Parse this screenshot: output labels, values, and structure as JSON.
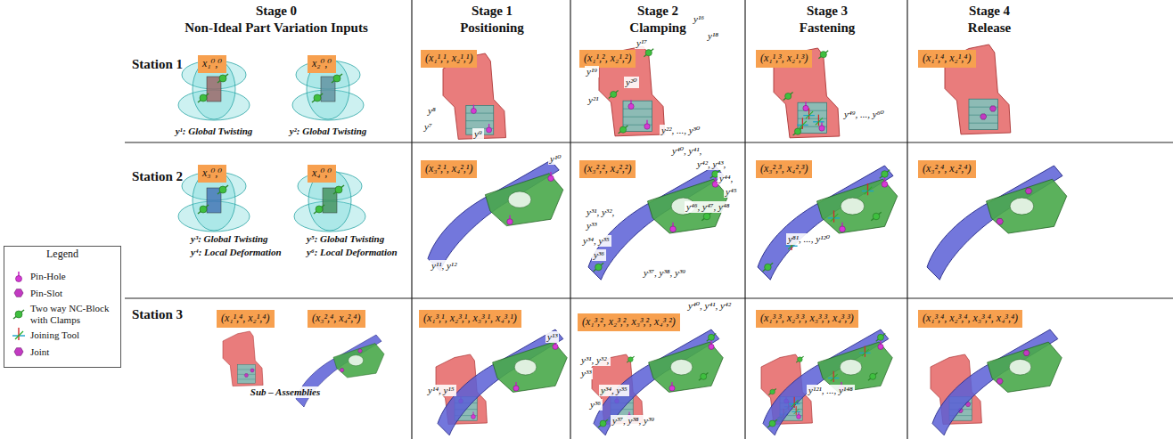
{
  "diagram": {
    "nodes": [
      {
        "text": [
          "x₁⁰,⁰"
        ]
      },
      {
        "text": [
          "x₂⁰,⁰"
        ]
      },
      {
        "text": [
          "(x₁¹,¹, x₂¹,¹)"
        ]
      },
      {
        "text": [
          "(x₁¹,², x₂¹,²)"
        ]
      },
      {
        "text": [
          "(x₁¹,³, x₂¹,³)"
        ]
      },
      {
        "text": [
          "(x₁¹,⁴, x₂¹,⁴)"
        ]
      },
      {
        "text": [
          "x₃⁰,⁰"
        ]
      },
      {
        "text": [
          "x₄⁰,⁰"
        ]
      },
      {
        "text": [
          "(x₃²,¹, x₄²,¹)"
        ]
      },
      {
        "text": [
          "(x₃²,², x₄²,²)"
        ]
      },
      {
        "text": [
          "(x₃²,³, x₄²,³)"
        ]
      },
      {
        "text": [
          "(x₃²,⁴, x₄²,⁴)"
        ]
      },
      {
        "text": [
          "(x₁¹,⁴, x₂¹,⁴)"
        ]
      },
      {
        "text": [
          "(x₃²,⁴, x₄²,⁴)"
        ]
      },
      {
        "text": [
          "(x₁³,¹, x₂³,¹, x₃³,¹, x₄³,¹)"
        ]
      },
      {
        "text": [
          "(x₁³,², x₂³,², x₃³,², x₄³,²)"
        ]
      },
      {
        "text": [
          "(x₁³,³, x₂³,³, x₃³,³, x₄³,³)"
        ]
      },
      {
        "text": [
          "(x₁³,⁴, x₂³,⁴, x₃³,⁴, x₄³,⁴)"
        ]
      }
    ],
    "labels": [
      "Stage 0",
      "Non-Ideal Part Variation Inputs",
      "Stage 1",
      "Positioning",
      "Stage 2",
      "Clamping",
      "Stage 3",
      "Fastening",
      "Stage 4",
      "Release",
      "Station 1",
      "Station 2",
      "Station 3",
      "Legend",
      "y¹: Global Twisting",
      "y²: Global Twisting",
      "y⁸",
      "y⁷",
      "y⁹",
      "y¹⁷",
      "y¹⁶",
      "y¹⁸",
      "y¹⁹",
      "y²⁰",
      "y²¹",
      "y²², ..., y³⁰",
      "y⁴⁹, ..., y⁶⁰",
      "y³: Global Twisting",
      "y⁴: Local Deformation",
      "y⁵: Global Twisting",
      "y⁶: Local Deformation",
      "y¹⁰",
      "y¹¹, y¹²",
      "y⁴⁰, y⁴¹,",
      "y⁴², y⁴³,",
      "y⁴⁴,",
      "y⁴⁵",
      "y⁴⁶, y⁴⁷, y⁴⁸",
      "y³¹, y³²,",
      "y³³",
      "y³⁴, y³⁵",
      "y³⁶",
      "y³⁷, y³⁸, y³⁹",
      "y⁸¹, ..., y¹²⁰",
      "Sub – Assemblies",
      "y¹³",
      "y¹⁴, y¹⁵",
      "y⁴⁰, y⁴¹, y⁴²",
      "y³¹, y³²,",
      "y³³",
      "y³⁴, y³⁵",
      "y³⁶",
      "y³⁷, y³⁸, y³⁹",
      "y¹²¹, ..., y¹⁴⁸"
    ],
    "legend": [
      {
        "text": "Pin-Hole"
      },
      {
        "text": "Pin-Slot"
      },
      {
        "text": "Two way NC-Block with Clamps"
      },
      {
        "text": "Joining Tool"
      },
      {
        "text": "Joint"
      }
    ]
  }
}
